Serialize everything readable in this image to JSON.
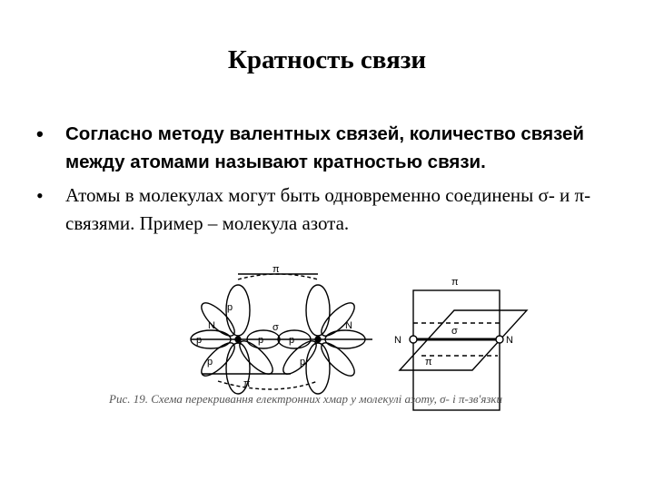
{
  "slide": {
    "title": "Кратность связи",
    "bullets": [
      "Согласно методу валентных связей, количество связей между атомами называют кратностью связи.",
      "Атомы в молекулах могут быть одновременно соединены σ- и π-связями. Пример – молекула азота."
    ],
    "bullet_symbol": "•"
  },
  "figure": {
    "left_labels": {
      "pi_top": "π",
      "pi_bottom": "π",
      "sigma": "σ",
      "n_left": "N",
      "n_right": "N",
      "p_top": "p",
      "p_left": "p",
      "p_center_left": "p",
      "p_center_right": "p",
      "p_lower_left": "p",
      "p_lower_right": "p"
    },
    "right_labels": {
      "pi_top": "π",
      "sigma": "σ",
      "pi_bottom": "π",
      "n_left": "N",
      "n_right": "N"
    },
    "caption": "Рис. 19. Схема перекривання електронних хмар у молекулі азоту, σ- і π-зв'язки"
  }
}
